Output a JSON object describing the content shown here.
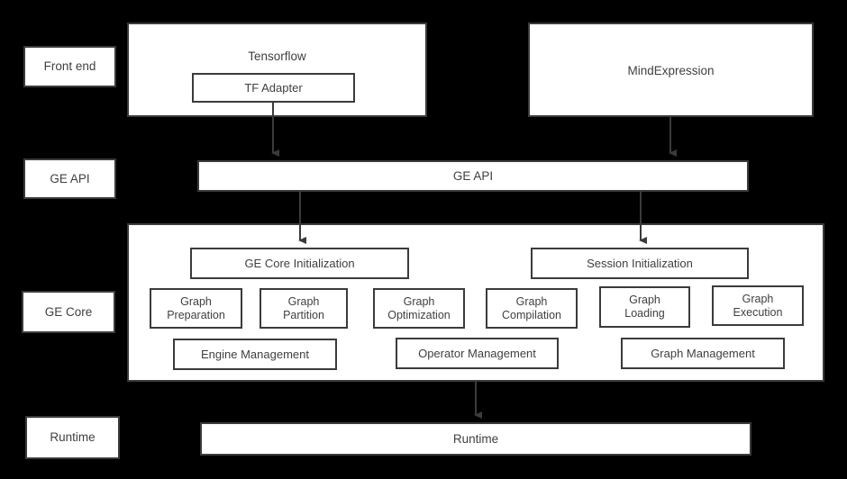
{
  "diagram": {
    "background_color": "#000000",
    "box_fill": "#ffffff",
    "box_border": "#3b3b3b",
    "text_color": "#404040"
  },
  "layer_labels": [
    {
      "id": "front-end",
      "text": "Front end"
    },
    {
      "id": "ge-api",
      "text": "GE API"
    },
    {
      "id": "ge-core",
      "text": "GE Core"
    },
    {
      "id": "runtime",
      "text": "Runtime"
    }
  ],
  "frontend": {
    "tensorflow": {
      "title": "Tensorflow",
      "adapter": "TF Adapter"
    },
    "mindexpression": {
      "title": "MindExpression"
    }
  },
  "ge_api_bar": {
    "label": "GE API"
  },
  "ge_core": {
    "init_boxes": [
      {
        "id": "ge-core-initialization",
        "label": "GE Core Initialization"
      },
      {
        "id": "session-initialization",
        "label": "Session Initialization"
      }
    ],
    "modules": [
      {
        "id": "graph-preparation",
        "label": "Graph\nPreparation"
      },
      {
        "id": "graph-partition",
        "label": "Graph\nPartition"
      },
      {
        "id": "graph-optimization",
        "label": "Graph\nOptimization"
      },
      {
        "id": "graph-compilation",
        "label": "Graph\nCompilation"
      },
      {
        "id": "graph-loading",
        "label": "Graph\nLoading"
      },
      {
        "id": "graph-execution",
        "label": "Graph\nExecution"
      }
    ],
    "managers": [
      {
        "id": "engine-management",
        "label": "Engine Management"
      },
      {
        "id": "operator-management",
        "label": "Operator Management"
      },
      {
        "id": "graph-management",
        "label": "Graph Management"
      }
    ]
  },
  "runtime_bar": {
    "label": "Runtime"
  },
  "arrows": [
    {
      "id": "tf-adapter-to-ge-api",
      "from": "TF Adapter",
      "to": "GE API"
    },
    {
      "id": "mindexpression-to-ge-api",
      "from": "MindExpression",
      "to": "GE API"
    },
    {
      "id": "ge-api-to-ge-core-init",
      "from": "GE API",
      "to": "GE Core Initialization"
    },
    {
      "id": "ge-api-to-session-init",
      "from": "GE API",
      "to": "Session Initialization"
    },
    {
      "id": "ge-core-to-runtime",
      "from": "GE Core",
      "to": "Runtime"
    }
  ]
}
